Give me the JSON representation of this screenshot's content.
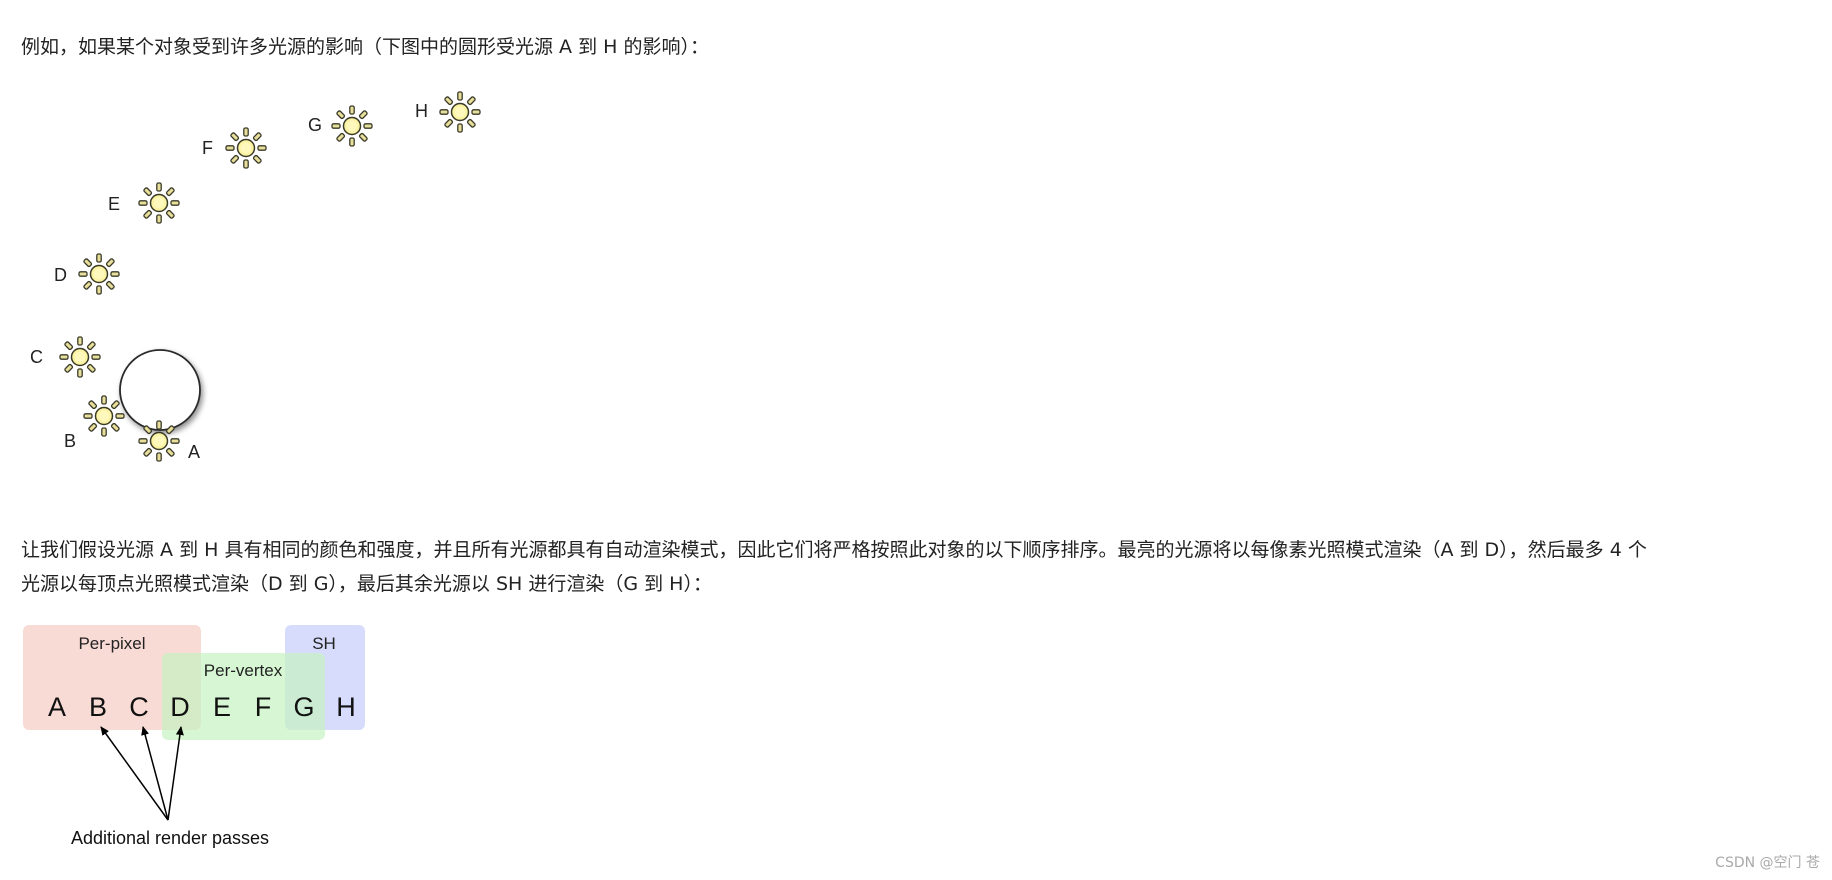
{
  "paragraphs": {
    "intro": "例如，如果某个对象受到许多光源的影响（下图中的圆形受光源 A 到 H 的影响）：",
    "explain_line1": "让我们假设光源 A 到 H 具有相同的颜色和强度，并且所有光源都具有自动渲染模式，因此它们将严格按照此对象的以下顺序排序。最亮的光源将以每像素光照模式渲染（A 到 D），然后最多 4 个",
    "explain_line2": "光源以每顶点光照模式渲染（D 到 G），最后其余光源以 SH 进行渲染（G 到 H）："
  },
  "lights_figure": {
    "lights": [
      {
        "label": "A",
        "icon": "sun-icon"
      },
      {
        "label": "B",
        "icon": "sun-icon"
      },
      {
        "label": "C",
        "icon": "sun-icon"
      },
      {
        "label": "D",
        "icon": "sun-icon"
      },
      {
        "label": "E",
        "icon": "sun-icon"
      },
      {
        "label": "F",
        "icon": "sun-icon"
      },
      {
        "label": "G",
        "icon": "sun-icon"
      },
      {
        "label": "H",
        "icon": "sun-icon"
      }
    ],
    "object": "circle"
  },
  "passes_figure": {
    "groups": {
      "per_pixel": "Per-pixel",
      "per_vertex": "Per-vertex",
      "sh": "SH"
    },
    "letters": [
      "A",
      "B",
      "C",
      "D",
      "E",
      "F",
      "G",
      "H"
    ],
    "caption": "Additional render passes",
    "colors": {
      "per_pixel": "#f7cfc8",
      "per_vertex": "#c6f2c0",
      "sh": "#cdd3fb"
    }
  },
  "watermark": "CSDN @空门 苍"
}
